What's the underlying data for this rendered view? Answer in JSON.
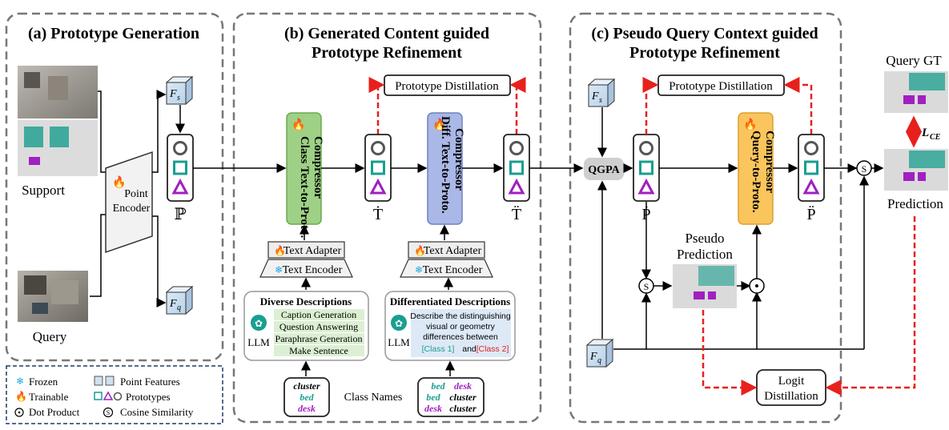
{
  "panels": {
    "a_title": "(a) Prototype Generation",
    "b_title_1": "(b) Generated Content guided",
    "b_title_2": "Prototype Refinement",
    "c_title_1": "(c) Pseudo Query Context guided",
    "c_title_2": "Prototype Refinement"
  },
  "labels": {
    "support": "Support",
    "query": "Query",
    "point_encoder_1": "Point",
    "point_encoder_2": "Encoder",
    "fs": "F",
    "fs_sub": "s",
    "fq": "F",
    "fq_sub": "q",
    "P": "ℙ",
    "T_dot": "Ṫ",
    "T_ddot": "T̈",
    "P_dot": "Ṗ",
    "P_ddot": "P̈",
    "prototype_distillation": "Prototype Distillation",
    "class_compressor_1": "Class Text-to-Proto.",
    "class_compressor_2": "Compressor",
    "diff_compressor_1": "Diff. Text-to-Proto.",
    "diff_compressor_2": "Compressor",
    "query_compressor_1": "Query-to-Proto.",
    "query_compressor_2": "Compressor",
    "text_adapter": "Text Adapter",
    "text_encoder": "Text Encoder",
    "diverse_descriptions": "Diverse Descriptions",
    "diverse_items": [
      "Caption Generation",
      "Question Answering",
      "Paraphrase Generation",
      "Make Sentence"
    ],
    "llm": "LLM",
    "differentiated_descriptions": "Differentiated Descriptions",
    "diff_prompt": [
      "Describe the distinguishing",
      "visual or geometry",
      "differences between"
    ],
    "class1": "[Class 1]",
    "and": "and",
    "class2": "[Class 2]",
    "class_names": "Class Names",
    "cn1": [
      "cluster",
      "bed",
      "desk"
    ],
    "cn2_row1": [
      "bed",
      "desk"
    ],
    "cn2_row2": [
      "bed",
      "cluster"
    ],
    "cn2_row3": [
      "desk",
      "cluster"
    ],
    "qgpa": "QGPA",
    "pseudo_prediction_1": "Pseudo",
    "pseudo_prediction_2": "Prediction",
    "query_gt": "Query GT",
    "prediction": "Prediction",
    "lce": "L",
    "lce_sub": "CE",
    "logit_distillation_1": "Logit",
    "logit_distillation_2": "Distillation",
    "s_symbol": "S"
  },
  "legend": {
    "frozen": "Frozen",
    "trainable": "Trainable",
    "dot_product": "Dot Product",
    "point_features": "Point Features",
    "prototypes": "Prototypes",
    "cosine_similarity": "Cosine Similarity"
  },
  "colors": {
    "green": "#1a9e8f",
    "purple": "#a020c0",
    "red_dash": "#e8201c",
    "compressor_green": "#9ed185",
    "compressor_blue": "#a9b8e6",
    "compressor_orange": "#fbc55d"
  }
}
